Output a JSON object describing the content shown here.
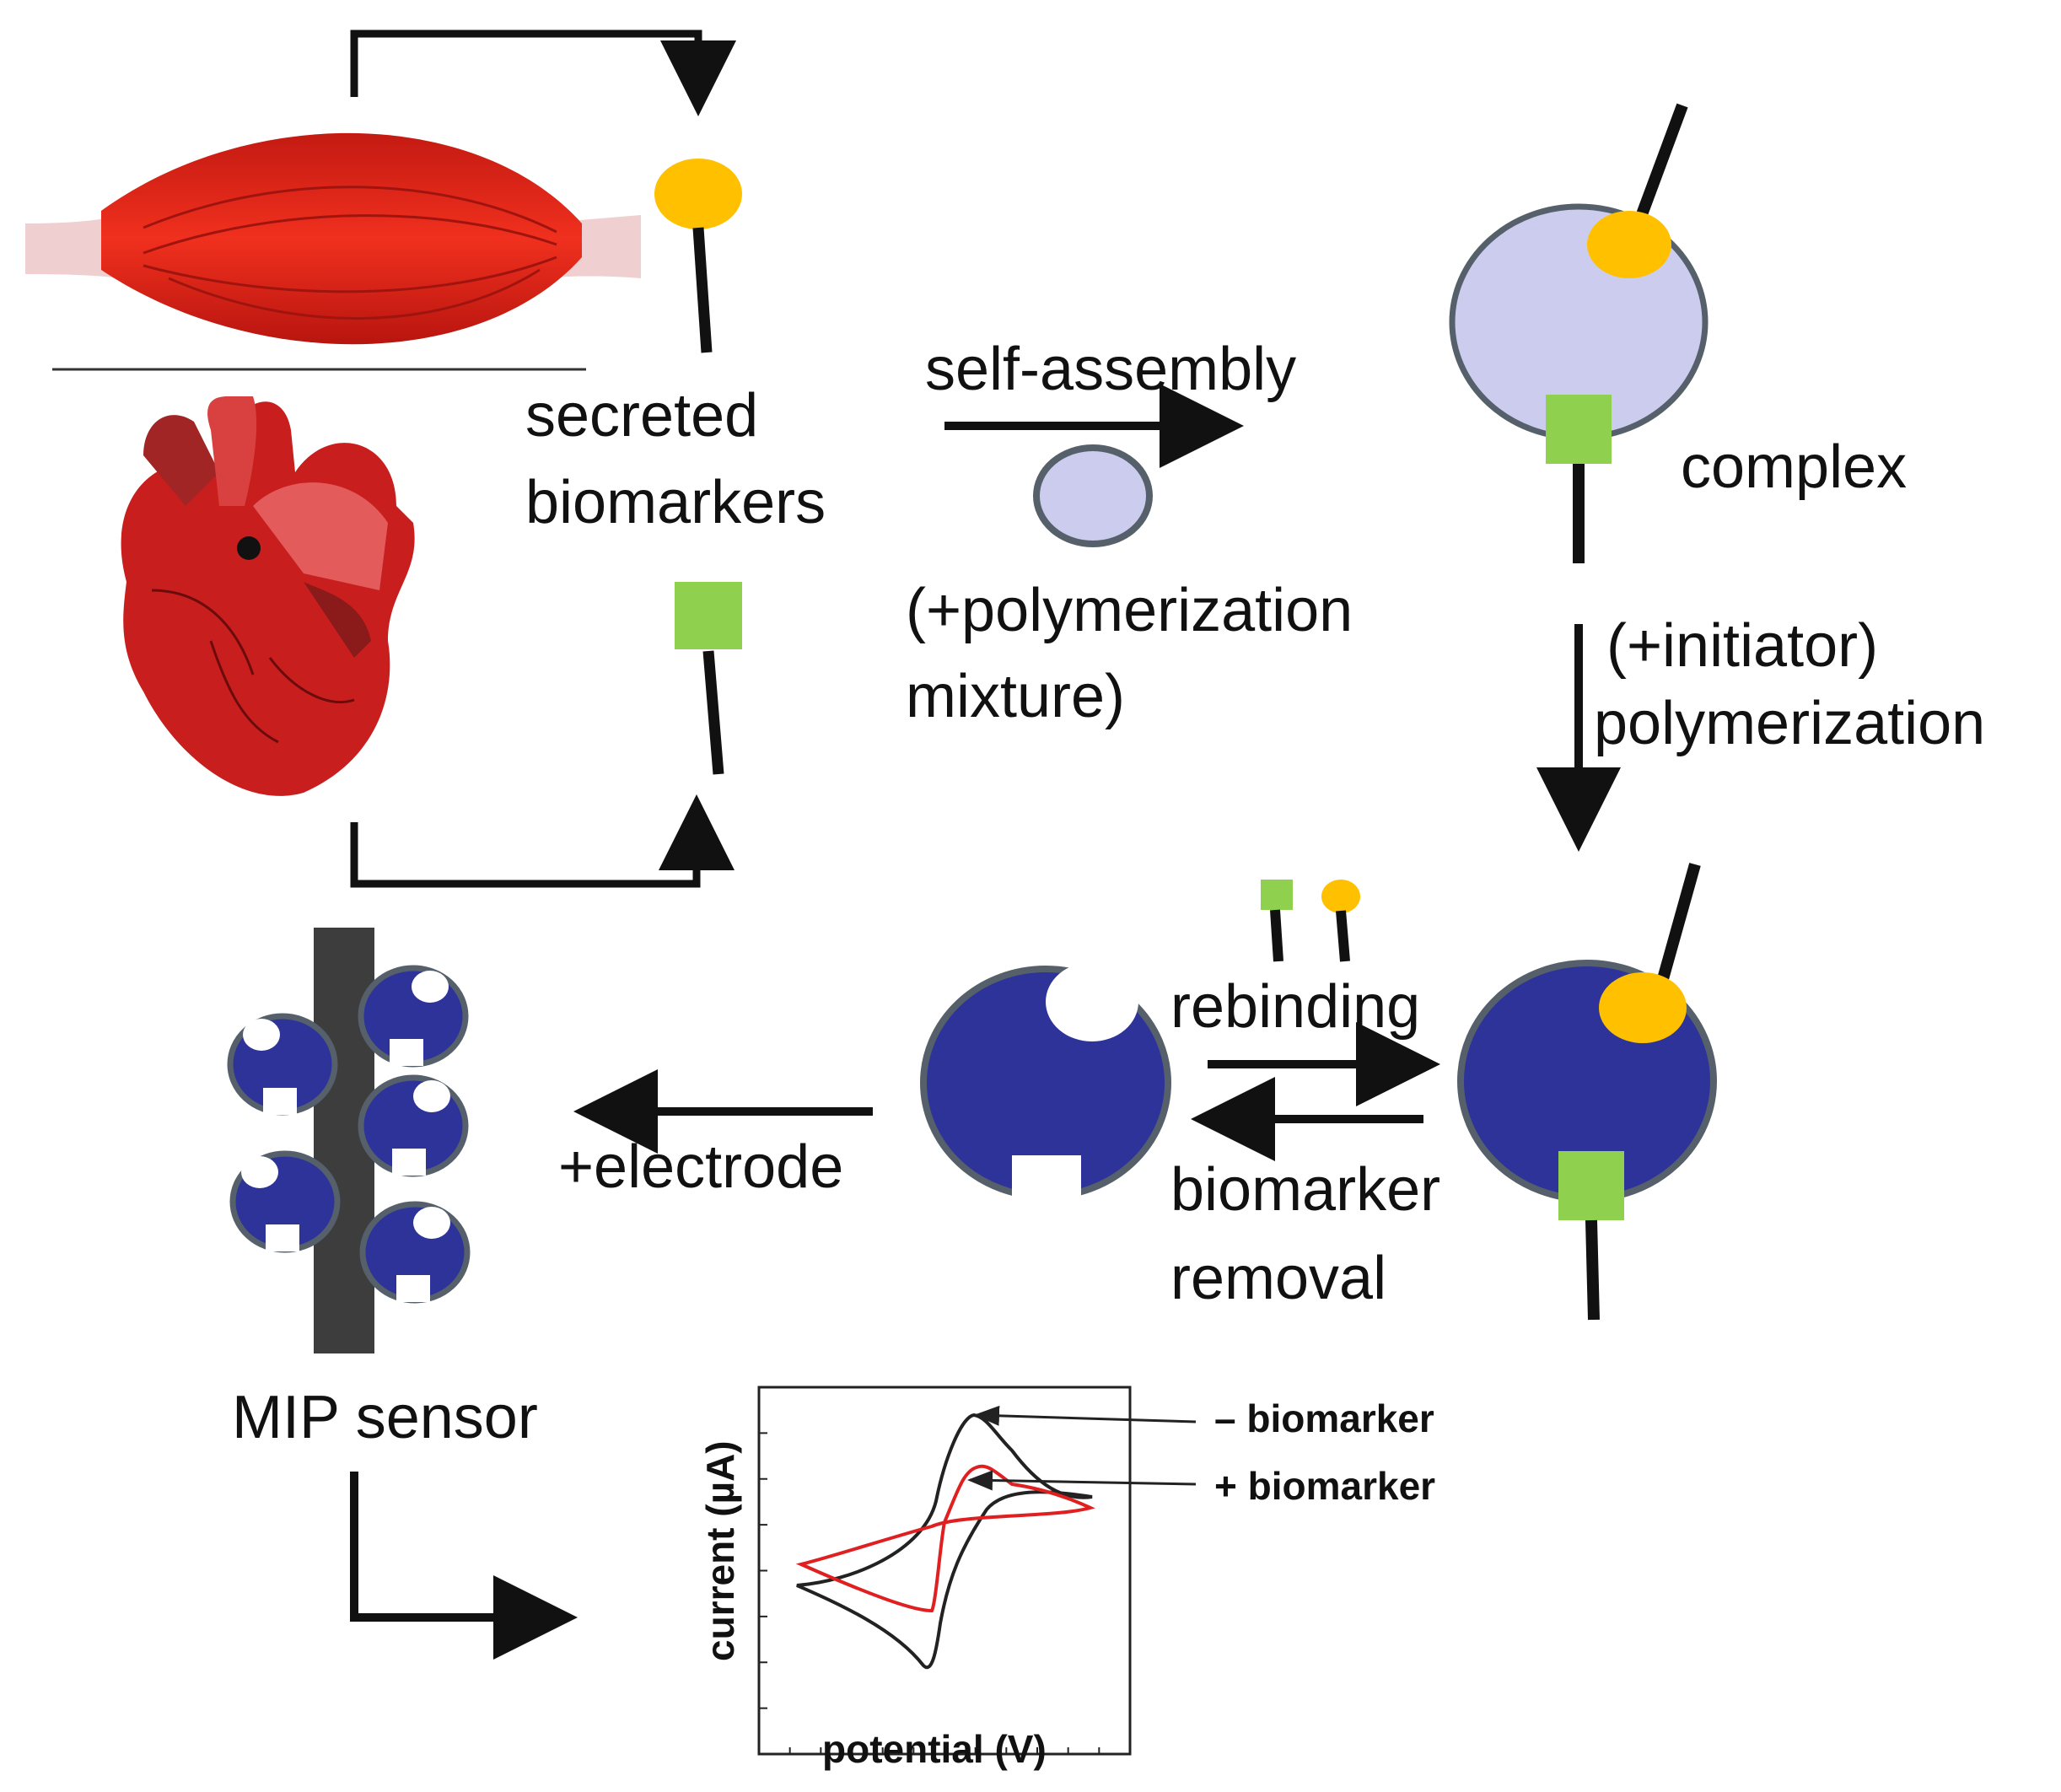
{
  "labels": {
    "secreted_line1": "secreted",
    "secreted_line2": "biomarkers",
    "self_assembly": "self-assembly",
    "polymerization_mixture_line1": "(+polymerization",
    "polymerization_mixture_line2": "mixture)",
    "complex": "complex",
    "initiator_line1": "(+initiator)",
    "initiator_line2": "polymerization",
    "rebinding": "rebinding",
    "removal_line1": "biomarker",
    "removal_line2": "removal",
    "electrode": "+electrode",
    "mip_sensor": "MIP sensor"
  },
  "chart_data": {
    "type": "line",
    "xlabel": "potential (V)",
    "ylabel": "current (µA)",
    "grid": false,
    "tick_labels": false,
    "annotations": [
      "– biomarker",
      "+ biomarker"
    ],
    "series": [
      {
        "name": "– biomarker",
        "color": "#222222",
        "shape": "cyclic voltammogram, larger peak-to-peak current"
      },
      {
        "name": "+ biomarker",
        "color": "#e02020",
        "shape": "cyclic voltammogram, reduced peak current"
      }
    ]
  },
  "colors": {
    "imprint_polymer": "#2e3399",
    "polymer_outline": "#55606a",
    "monomer_fill": "#ccccee",
    "biomarker_round": "#ffc000",
    "biomarker_square": "#8fd14f",
    "muscle": "#e8281c",
    "heart": "#cc2020",
    "electrode": "#3d3d3d",
    "trace_minus": "#222222",
    "trace_plus": "#e02020"
  },
  "icons": [
    "muscle-icon",
    "heart-icon",
    "electrode-icon"
  ]
}
